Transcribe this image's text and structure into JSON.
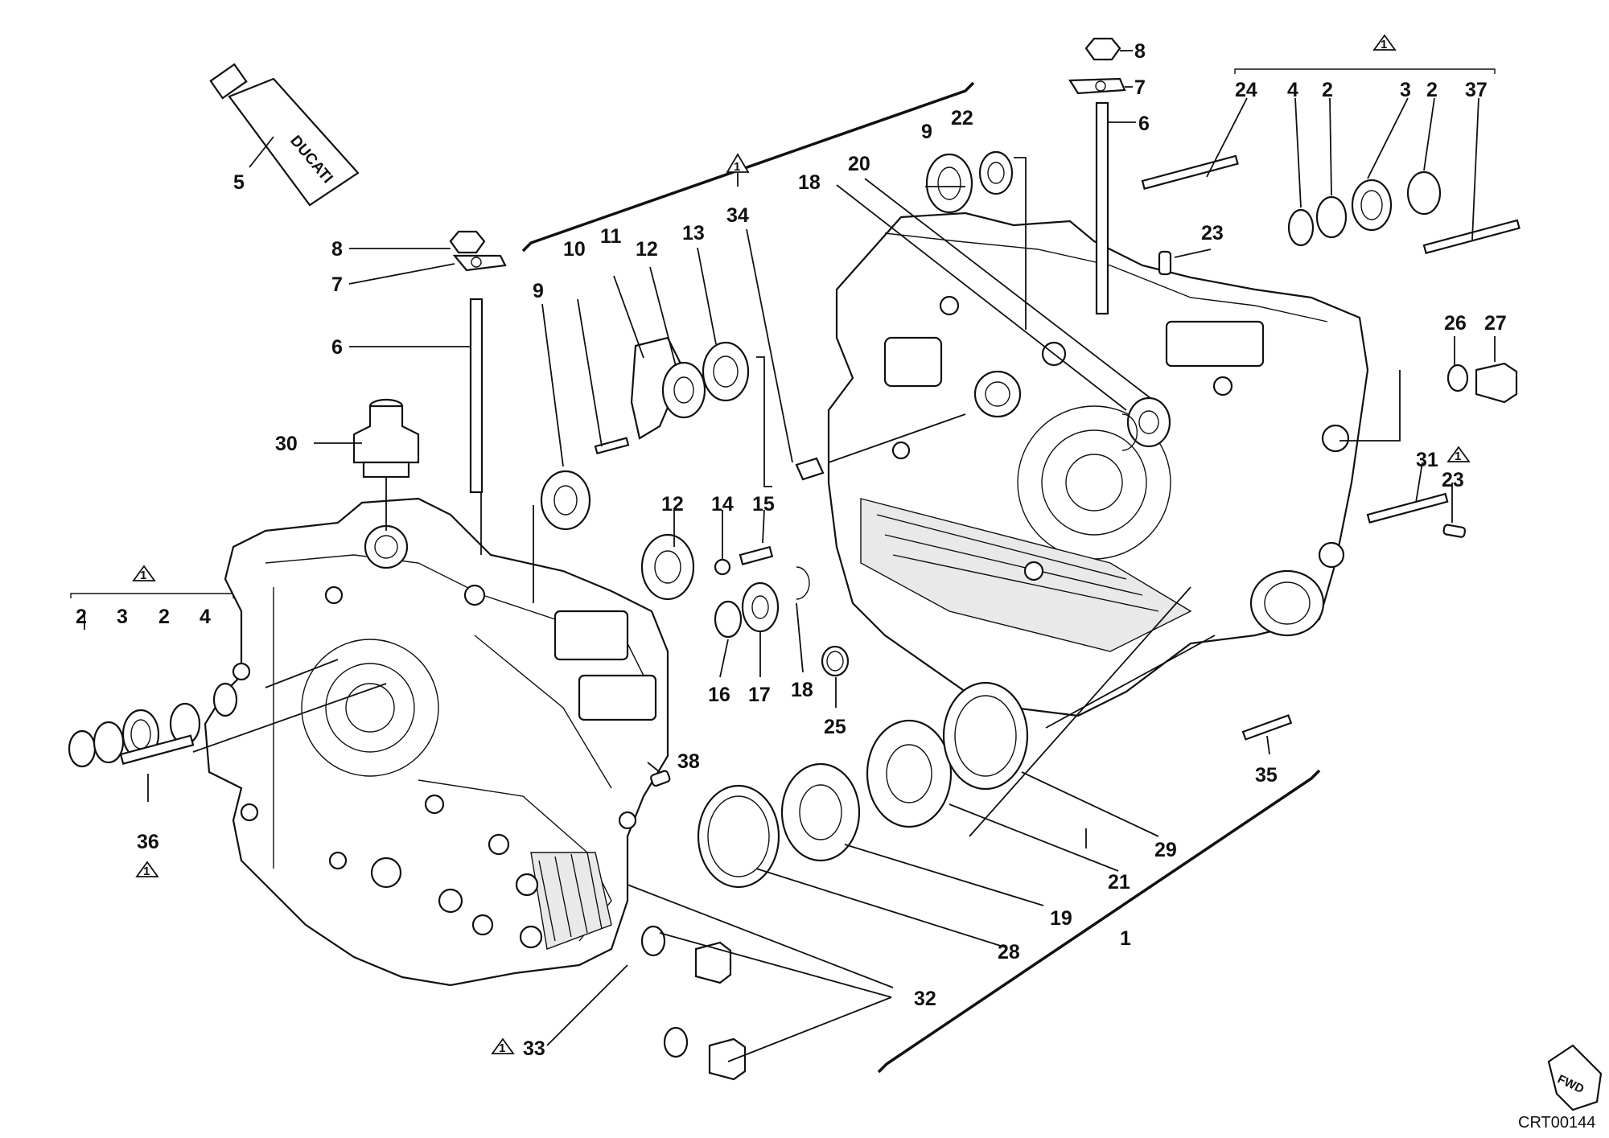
{
  "diagram": {
    "drawing_code": "CRT00144",
    "forward_marker": "FWD",
    "tube_brand": "DUCATI",
    "kit_marker": "1",
    "callouts": [
      {
        "id": "c-1",
        "text": "1"
      },
      {
        "id": "c-2a",
        "text": "2"
      },
      {
        "id": "c-2b",
        "text": "2"
      },
      {
        "id": "c-2c",
        "text": "2"
      },
      {
        "id": "c-2d",
        "text": "2"
      },
      {
        "id": "c-3a",
        "text": "3"
      },
      {
        "id": "c-3b",
        "text": "3"
      },
      {
        "id": "c-4a",
        "text": "4"
      },
      {
        "id": "c-4b",
        "text": "4"
      },
      {
        "id": "c-5",
        "text": "5"
      },
      {
        "id": "c-6a",
        "text": "6"
      },
      {
        "id": "c-6b",
        "text": "6"
      },
      {
        "id": "c-7a",
        "text": "7"
      },
      {
        "id": "c-7b",
        "text": "7"
      },
      {
        "id": "c-8a",
        "text": "8"
      },
      {
        "id": "c-8b",
        "text": "8"
      },
      {
        "id": "c-9a",
        "text": "9"
      },
      {
        "id": "c-9b",
        "text": "9"
      },
      {
        "id": "c-10",
        "text": "10"
      },
      {
        "id": "c-11",
        "text": "11"
      },
      {
        "id": "c-12a",
        "text": "12"
      },
      {
        "id": "c-12b",
        "text": "12"
      },
      {
        "id": "c-13",
        "text": "13"
      },
      {
        "id": "c-14",
        "text": "14"
      },
      {
        "id": "c-15",
        "text": "15"
      },
      {
        "id": "c-16",
        "text": "16"
      },
      {
        "id": "c-17",
        "text": "17"
      },
      {
        "id": "c-18a",
        "text": "18"
      },
      {
        "id": "c-18b",
        "text": "18"
      },
      {
        "id": "c-19",
        "text": "19"
      },
      {
        "id": "c-20",
        "text": "20"
      },
      {
        "id": "c-21",
        "text": "21"
      },
      {
        "id": "c-22",
        "text": "22"
      },
      {
        "id": "c-23a",
        "text": "23"
      },
      {
        "id": "c-23b",
        "text": "23"
      },
      {
        "id": "c-24",
        "text": "24"
      },
      {
        "id": "c-25",
        "text": "25"
      },
      {
        "id": "c-26",
        "text": "26"
      },
      {
        "id": "c-27",
        "text": "27"
      },
      {
        "id": "c-28",
        "text": "28"
      },
      {
        "id": "c-29",
        "text": "29"
      },
      {
        "id": "c-30",
        "text": "30"
      },
      {
        "id": "c-31",
        "text": "31"
      },
      {
        "id": "c-32",
        "text": "32"
      },
      {
        "id": "c-33",
        "text": "33"
      },
      {
        "id": "c-34",
        "text": "34"
      },
      {
        "id": "c-35",
        "text": "35"
      },
      {
        "id": "c-36",
        "text": "36"
      },
      {
        "id": "c-37",
        "text": "37"
      },
      {
        "id": "c-38",
        "text": "38"
      }
    ]
  }
}
